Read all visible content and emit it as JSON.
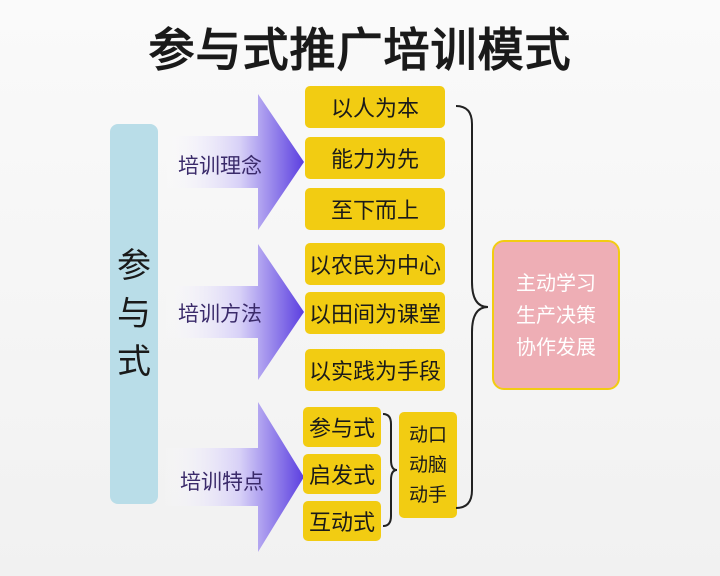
{
  "title": "参与式推广培训模式",
  "left_label_chars": [
    "参",
    "与",
    "式"
  ],
  "sections": [
    {
      "label": "培训理念",
      "items": [
        "以人为本",
        "能力为先",
        "至下而上"
      ]
    },
    {
      "label": "培训方法",
      "items": [
        "以农民为中心",
        "以田间为课堂",
        "以实践为手段"
      ]
    },
    {
      "label": "培训特点",
      "items": [
        "参与式",
        "启发式",
        "互动式"
      ],
      "actions": [
        "动口",
        "动脑",
        "动手"
      ]
    }
  ],
  "result_lines": [
    "主动学习",
    "生产决策",
    "协作发展"
  ],
  "colors": {
    "box": "#f2cc12",
    "left_bar": "#b9dde8",
    "result_box": "#eeaeb5",
    "arrow": "#5b3fe0"
  }
}
